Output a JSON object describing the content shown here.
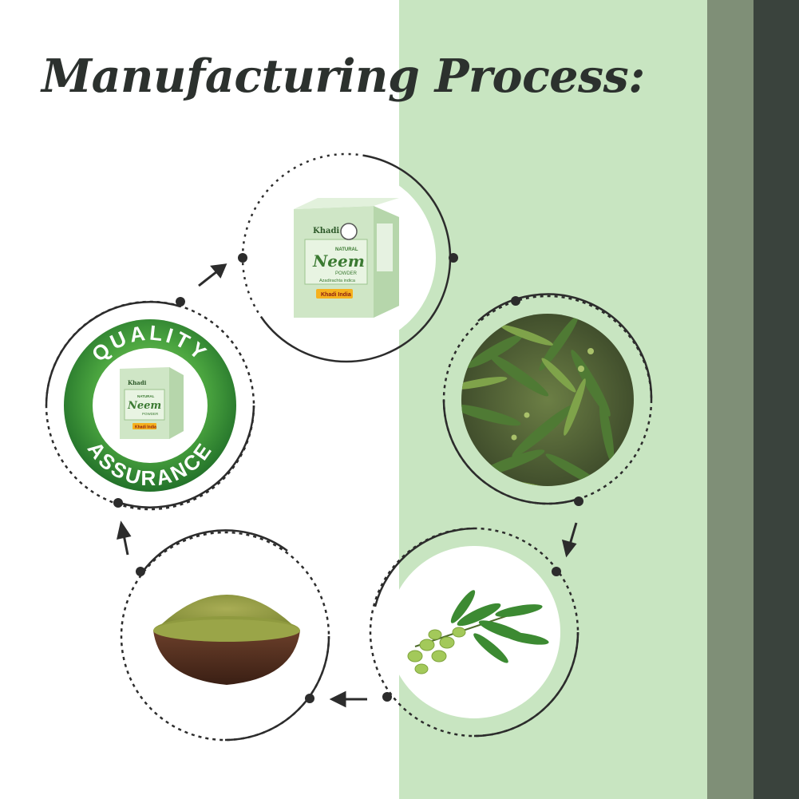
{
  "title": "Manufacturing Process:",
  "colors": {
    "light_panel": "#c8e5c1",
    "mid_panel": "#7f8f77",
    "dark_panel": "#3a433d",
    "ring_stroke": "#2c2c2c",
    "badge_green": "#3f9a3c",
    "leaf_green": "#5d8b3a",
    "box_green": "#d6ebce"
  },
  "badge": {
    "top_text": "QUALITY",
    "bottom_text": "ASSURANCE"
  },
  "product_box": {
    "brand": "Khadi",
    "line1": "NATURAL",
    "line2": "Neem",
    "line3": "POWDER",
    "line4": "Azadirachta indica",
    "maker": "Khadi India"
  },
  "icons": {
    "leaves": "neem-leaves-photo",
    "fruits": "neem-fruit-branch",
    "powder": "neem-powder-bowl",
    "arrow": "arrow-icon"
  }
}
